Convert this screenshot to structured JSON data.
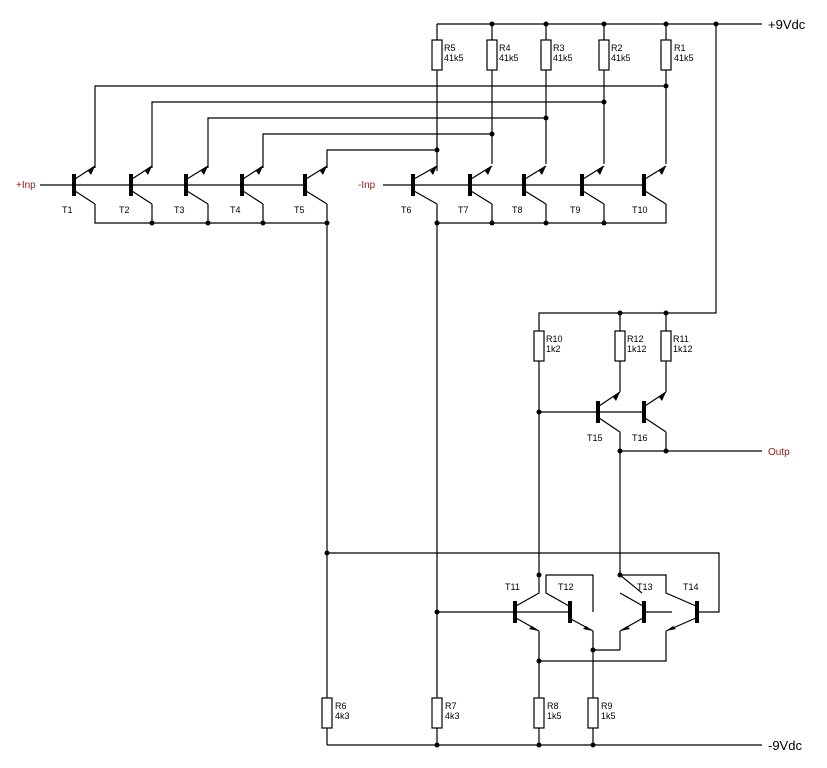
{
  "rails": {
    "positive": "+9Vdc",
    "negative": "-9Vdc"
  },
  "signals": {
    "in_plus": "+Inp",
    "in_minus": "-Inp",
    "out": "Outp"
  },
  "resistors": [
    {
      "name": "R1",
      "value": "41k5"
    },
    {
      "name": "R2",
      "value": "41k5"
    },
    {
      "name": "R3",
      "value": "41k5"
    },
    {
      "name": "R4",
      "value": "41k5"
    },
    {
      "name": "R5",
      "value": "41k5"
    },
    {
      "name": "R6",
      "value": "4k3"
    },
    {
      "name": "R7",
      "value": "4k3"
    },
    {
      "name": "R8",
      "value": "1k5"
    },
    {
      "name": "R9",
      "value": "1k5"
    },
    {
      "name": "R10",
      "value": "1k2"
    },
    {
      "name": "R11",
      "value": "1k12"
    },
    {
      "name": "R12",
      "value": "1k12"
    }
  ],
  "transistors": [
    "T1",
    "T2",
    "T3",
    "T4",
    "T5",
    "T6",
    "T7",
    "T8",
    "T9",
    "T10",
    "T11",
    "T12",
    "T13",
    "T14",
    "T15",
    "T16"
  ]
}
